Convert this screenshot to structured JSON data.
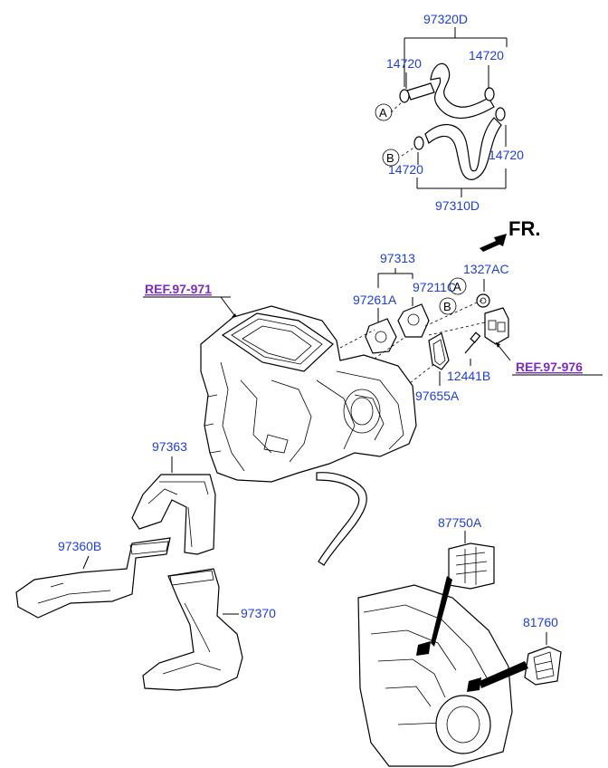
{
  "labels": {
    "p97320D": "97320D",
    "p14720_a": "14720",
    "p14720_b": "14720",
    "p14720_c": "14720",
    "p14720_d": "14720",
    "p97310D": "97310D",
    "fr": "FR.",
    "p97313": "97313",
    "p1327AC": "1327AC",
    "p97211C": "97211C",
    "p97261A": "97261A",
    "p12441B": "12441B",
    "p97655A": "97655A",
    "p97363": "97363",
    "p97360B": "97360B",
    "p97370": "97370",
    "p87750A": "87750A",
    "p81760": "81760"
  },
  "references": {
    "ref_971": "REF.97-971",
    "ref_976": "REF.97-976"
  },
  "callouts": {
    "a1": "A",
    "a2": "A",
    "b1": "B",
    "b2": "B"
  },
  "colors": {
    "part_label": "#1f3fd6",
    "reference_label": "#7d2bc4",
    "linework": "#000000"
  }
}
